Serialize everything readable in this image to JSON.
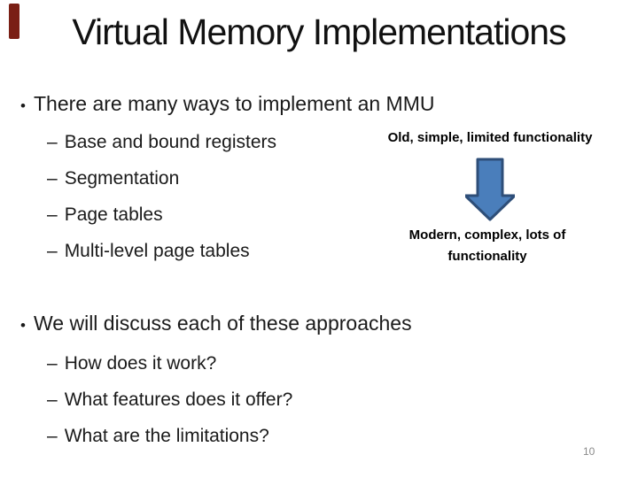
{
  "slide": {
    "title": "Virtual Memory Implementations",
    "page_number": "10",
    "bullets": [
      {
        "text": "There are many ways to implement an MMU",
        "sub": [
          "Base and bound registers",
          "Segmentation",
          "Page tables",
          "Multi-level page tables"
        ]
      },
      {
        "text": "We will discuss each of these approaches",
        "sub": [
          "How does it work?",
          "What features does it offer?",
          "What are the limitations?"
        ]
      }
    ],
    "annotations": {
      "old_label": "Old, simple, limited functionality",
      "modern_label": "Modern, complex, lots of functionality"
    },
    "colors": {
      "arrow_fill": "#4a7ebb",
      "arrow_border": "#2e4e78",
      "accent_bar": "#7a1f15",
      "page_number": "#8a8a8a"
    }
  },
  "glyphs": {
    "bullet": "•",
    "dash": "–"
  }
}
